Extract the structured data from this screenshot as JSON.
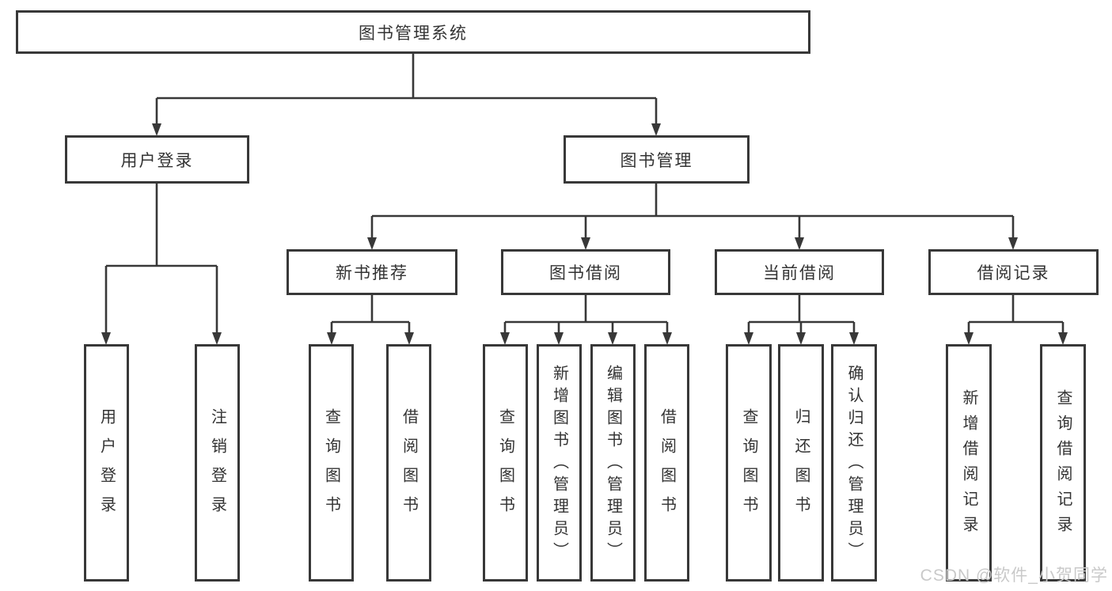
{
  "diagram_type": "hierarchy-tree",
  "tree": {
    "root": {
      "label": "图书管理系统",
      "children": [
        {
          "label": "用户登录",
          "children": [
            {
              "label": "用户登录"
            },
            {
              "label": "注销登录"
            }
          ]
        },
        {
          "label": "图书管理",
          "children": [
            {
              "label": "新书推荐",
              "children": [
                {
                  "label": "查询图书"
                },
                {
                  "label": "借阅图书"
                }
              ]
            },
            {
              "label": "图书借阅",
              "children": [
                {
                  "label": "查询图书"
                },
                {
                  "label": "新增图书（管理员）"
                },
                {
                  "label": "编辑图书（管理员）"
                },
                {
                  "label": "借阅图书"
                }
              ]
            },
            {
              "label": "当前借阅",
              "children": [
                {
                  "label": "查询图书"
                },
                {
                  "label": "归还图书"
                },
                {
                  "label": "确认归还（管理员）"
                }
              ]
            },
            {
              "label": "借阅记录",
              "children": [
                {
                  "label": "新增借阅记录"
                },
                {
                  "label": "查询借阅记录"
                }
              ]
            }
          ]
        }
      ]
    }
  },
  "watermark": {
    "text": "CSDN @软件_小贺同学"
  },
  "colors": {
    "background": "#ffffff",
    "box_border": "#383838",
    "connector_line": "#383838",
    "text": "#333333",
    "watermark": "#c9c9c9"
  }
}
